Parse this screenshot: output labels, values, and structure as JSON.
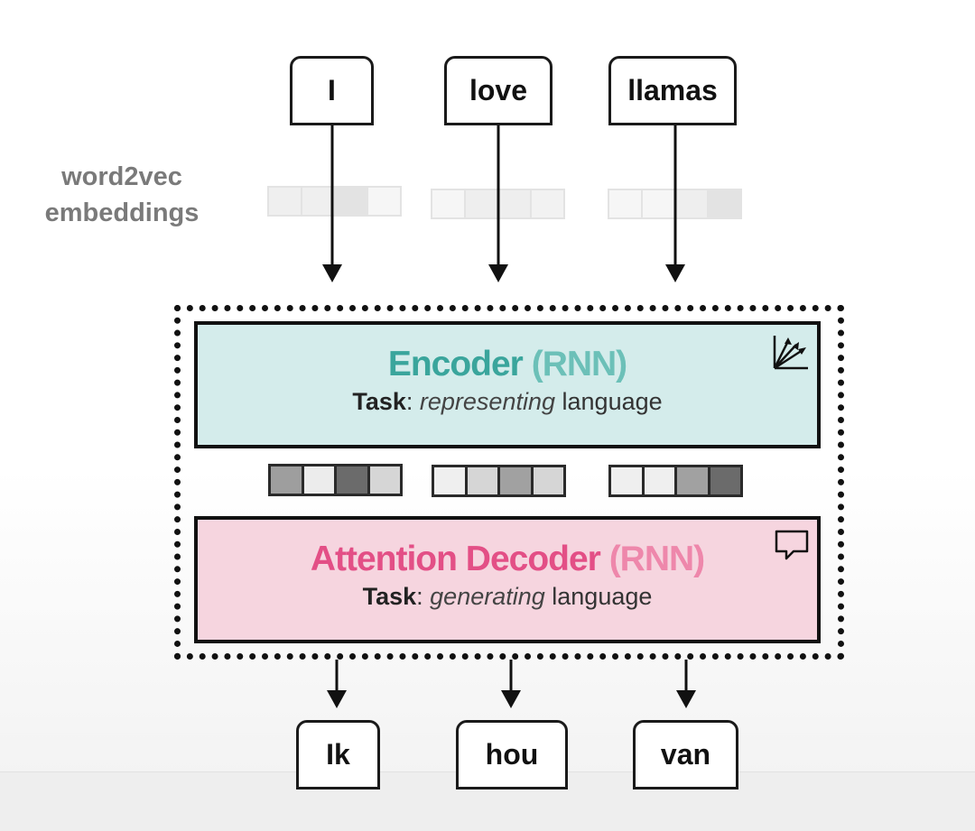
{
  "inputs": [
    "I",
    "love",
    "llamas"
  ],
  "outputs": [
    "Ik",
    "hou",
    "van"
  ],
  "side_label": {
    "line1": "word2vec",
    "line2": "embeddings"
  },
  "encoder": {
    "title": "Encoder",
    "title_suffix": "(RNN)",
    "task_label": "Task",
    "task_colon": ":",
    "task_emph": "representing",
    "task_rest": "language"
  },
  "decoder": {
    "title": "Attention Decoder",
    "title_suffix": "(RNN)",
    "task_label": "Task",
    "task_colon": ":",
    "task_emph": "generating",
    "task_rest": "language"
  },
  "colors": {
    "encoder_title": "#3aa59c",
    "encoder_suffix": "#6cc0b8",
    "encoder_bg": "#d4eceb",
    "decoder_title": "#e34f86",
    "decoder_suffix": "#ee87ab",
    "decoder_bg": "#f6d5df"
  },
  "embeddings": [
    [
      "#efefef",
      "#efefef",
      "#e3e3e3",
      "#f6f6f6"
    ],
    [
      "#f6f6f6",
      "#eeeeee",
      "#eeeeee",
      "#f2f2f2"
    ],
    [
      "#f6f6f6",
      "#f6f6f6",
      "#eeeeee",
      "#e3e3e3"
    ]
  ],
  "context_vectors": [
    [
      "#9e9e9e",
      "#ececec",
      "#6b6b6b",
      "#d6d6d6"
    ],
    [
      "#efefef",
      "#d6d6d6",
      "#a1a1a1",
      "#d6d6d6"
    ],
    [
      "#efefef",
      "#efefef",
      "#a1a1a1",
      "#6b6b6b"
    ]
  ],
  "icons": {
    "encoder": "embedding-vectors-icon",
    "decoder": "speech-bubble-icon"
  }
}
